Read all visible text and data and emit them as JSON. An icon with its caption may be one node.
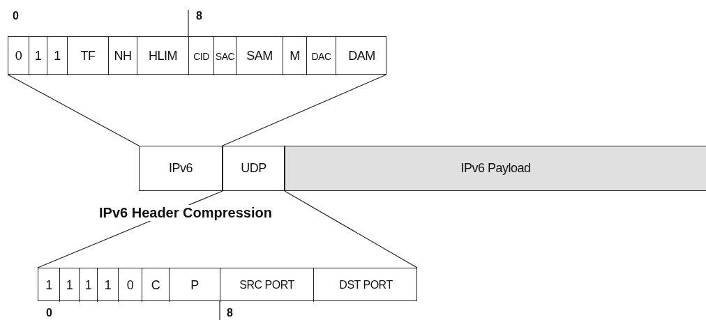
{
  "diagram": {
    "nodes": [
      {
        "text": [],
        "shape": "bar"
      },
      {
        "text": [
          "0"
        ],
        "in": 0
      },
      {
        "text": [
          "1"
        ],
        "in": 0
      },
      {
        "text": [
          "1"
        ],
        "in": 0
      },
      {
        "text": [
          "TF"
        ],
        "in": 0
      },
      {
        "text": [
          "NH"
        ],
        "in": 0
      },
      {
        "text": [
          "HLIM"
        ],
        "in": 0
      },
      {
        "text": [
          "CID"
        ],
        "in": 0
      },
      {
        "text": [
          "SAC"
        ],
        "in": 0
      },
      {
        "text": [
          "SAM"
        ],
        "in": 0
      },
      {
        "text": [
          "M"
        ],
        "in": 0
      },
      {
        "text": [
          "DAC"
        ],
        "in": 0
      },
      {
        "text": [
          "DAM"
        ],
        "in": 0
      },
      {
        "text": [
          "IPv6"
        ]
      },
      {
        "text": [
          "UDP"
        ]
      },
      {
        "text": [
          "IPv6 Payload"
        ]
      },
      {
        "text": [],
        "shape": "bar"
      },
      {
        "text": [
          "1"
        ],
        "in": 16
      },
      {
        "text": [
          "1"
        ],
        "in": 16
      },
      {
        "text": [
          "1"
        ],
        "in": 16
      },
      {
        "text": [
          "1"
        ],
        "in": 16
      },
      {
        "text": [
          "0"
        ],
        "in": 16
      },
      {
        "text": [
          "C"
        ],
        "in": 16
      },
      {
        "text": [
          "P"
        ],
        "in": 16
      },
      {
        "text": [
          "SRC PORT"
        ],
        "in": 16
      },
      {
        "text": [
          "DST PORT"
        ],
        "in": 16
      }
    ],
    "edges": [
      {
        "from": 13,
        "to": 0,
        "arrow": "none"
      },
      {
        "from": 13,
        "to": 0,
        "arrow": "none"
      },
      {
        "from": 14,
        "to": 16,
        "arrow": "none"
      },
      {
        "from": 14,
        "to": 16,
        "arrow": "none"
      }
    ],
    "labels": [
      "0",
      "8",
      "IPv6 Header Compression",
      "0",
      "8"
    ]
  }
}
